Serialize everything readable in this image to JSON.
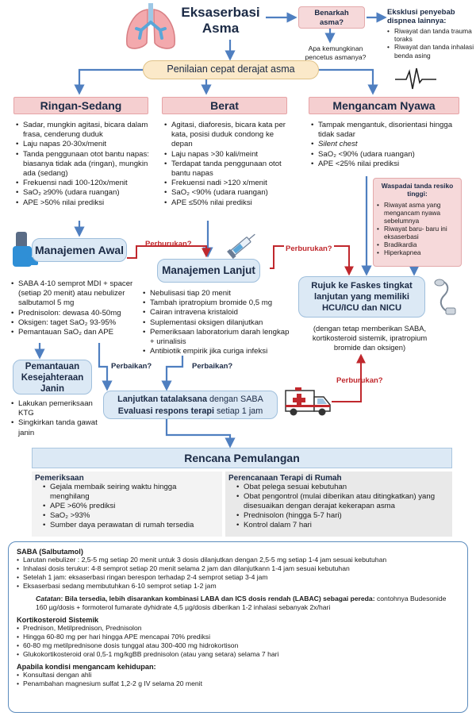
{
  "title": {
    "line1": "Eksaserbasi",
    "line2": "Asma"
  },
  "question": {
    "line1": "Benarkah",
    "line2": "asma?"
  },
  "trigger_question": "Apa kemungkinan pencetus asmanya?",
  "exclusion": {
    "title": "Eksklusi penyebab dispnea lainnya:",
    "items": [
      "Riwayat dan tanda trauma toraks",
      "Riwayat dan tanda inhalasi benda asing"
    ]
  },
  "assessment": "Penilaian cepat derajat asma",
  "mild": {
    "header": "Ringan-Sedang",
    "items": [
      "Sadar, mungkin agitasi, bicara dalam frasa, cenderung duduk",
      "Laju napas 20-30x/menit",
      "Tanda penggunaan otot bantu napas: biasanya tidak ada (ringan), mungkin ada (sedang)",
      "Frekuensi nadi 100-120x/menit",
      "SaO₂ ≥90% (udara ruangan)",
      "APE >50% nilai prediksi"
    ]
  },
  "severe": {
    "header": "Berat",
    "items": [
      "Agitasi, diaforesis, bicara kata per kata, posisi duduk condong ke depan",
      "Laju napas >30 kali/meint",
      "Terdapat tanda penggunaan otot bantu napas",
      "Frekuensi nadi >120 x/menit",
      "SaO₂ <90% (udara ruangan)",
      "APE ≤50% nilai prediksi"
    ]
  },
  "life": {
    "header": "Mengancam Nyawa",
    "items": [
      "Tampak mengantuk, disorientasi hingga tidak sadar",
      "Silent chest",
      "SaO₂ <90% (udara ruangan)",
      "APE <25% nilai prediksi"
    ]
  },
  "risk": {
    "title": "Waspadai tanda resiko tinggi:",
    "items": [
      "Riwayat asma yang mengancam nyawa sebelumnya",
      "Riwayat baru- baru ini eksaserbasi",
      "Bradikardia",
      "Hiperkapnea"
    ]
  },
  "initial": {
    "header": "Manajemen Awal",
    "items": [
      "SABA 4-10 semprot MDI + spacer (setiap 20 menit) atau nebulizer salbutamol 5 mg",
      "Prednisolon: dewasa 40-50mg",
      "Oksigen: taget SaO₂ 93-95%",
      "Pemantauan SaO₂ dan APE"
    ]
  },
  "advanced": {
    "header": "Manajemen Lanjut",
    "items": [
      "Nebulisasi tiap 20 menit",
      "Tambah ipratropium bromide 0,5 mg",
      "Cairan intravena kristaloid",
      "Suplementasi oksigen dilanjutkan",
      "Pemeriksaan laboratorium darah lengkap + urinalisis",
      "Antibiotik empirik jika curiga infeksi"
    ]
  },
  "referral": {
    "header": "Rujuk ke Faskes tingkat lanjutan yang memiliki HCU/ICU dan NICU",
    "note": "(dengan tetap memberikan SABA, kortikosteroid sistemik, ipratropium bromide dan oksigen)"
  },
  "fetal": {
    "header": "Pemantauan Kesejahteraan Janin",
    "items": [
      "Lakukan pemeriksaan KTG",
      "Singkirkan tanda gawat janin"
    ]
  },
  "labels": {
    "worse1": "Perburukan?",
    "worse2": "Perburukan?",
    "worse3": "Perburukan?",
    "better1": "Perbaikan?",
    "better2": "Perbaikan?"
  },
  "continue": {
    "line1_bold": "Lanjutkan tatalaksana",
    "line1_rest": " dengan SABA",
    "line2_bold": "Evaluasi respons terapi",
    "line2_rest": " setiap 1 jam"
  },
  "discharge": {
    "title": "Rencana Pemulangan",
    "exam_title": "Pemeriksaan",
    "exam_items": [
      "Gejala membaik seiring waktu hingga menghilang",
      "APE >60% prediksi",
      "SaO₂ >93%",
      "Sumber daya perawatan di rumah tersedia"
    ],
    "home_title": "Perencanaan Terapi di Rumah",
    "home_items": [
      "Obat pelega sesuai kebutuhan",
      "Obat pengontrol (mulai diberikan atau ditingkatkan) yang disesuaikan dengan derajat kekerapan asma",
      "Prednisolon (hingga 5-7 hari)",
      "Kontrol dalam 7 hari"
    ]
  },
  "reference": {
    "saba_title": "SABA (Salbutamol)",
    "saba_items": [
      "Larutan nebulizer : 2,5-5 mg setiap 20 menit untuk 3 dosis dilanjutkan dengan 2,5-5 mg setiap 1-4 jam  sesuai kebutuhan",
      "Inhalasi dosis terukur: 4-8 semprot setiap 20 menit selama 2 jam dan dilanjutkann 1-4 jam sesuai kebutuhan",
      "Setelah 1 jam: eksaserbasi ringan berespon terhadap 2-4 semprot setiap 3-4 jam",
      "Eksaserbasi sedang membutuhkan 6-10 semprot setiap 1-2 jam"
    ],
    "note_label": "Catatan",
    "note_bold": ": Bila tersedia, lebih disarankan kombinasi LABA dan ICS dosis rendah (LABAC) sebagai pereda:",
    "note_rest": " contohnya Budesonide 160 µg/dosis + formoterol fumarate dyhidrate 4,5 µg/dosis diberikan 1-2 inhalasi sebanyak 2x/hari",
    "cort_title": "Kortikosteroid Sistemik",
    "cort_items": [
      "Prednison, Metilprednison, Prednisolon",
      "Hingga 60-80 mg per hari hingga APE mencapai 70% prediksi",
      "60-80 mg metilprednisone dosis tunggal atau 300-400 mg hidrokortison",
      "Glukokortikosteroid oral 0,5-1 mg/kgBB prednisolon (atau yang setara) selama 7 hari"
    ],
    "life_title": "Apabila kondisi mengancam kehidupan:",
    "life_items": [
      "Konsultasi dengan ahli",
      "Penambahan magnesium sulfat 1,2-2 g IV selama 20 menit"
    ]
  },
  "colors": {
    "navy": "#1b2a45",
    "blue_arrow": "#4f7fc0",
    "red": "#c0282d",
    "pink": "#f5cfd0",
    "light_blue": "#dce9f5"
  },
  "icons": [
    "lungs-icon",
    "ecg-icon",
    "inhaler-icon",
    "syringe-icon",
    "ambulance-icon",
    "nebulizer-icon"
  ]
}
